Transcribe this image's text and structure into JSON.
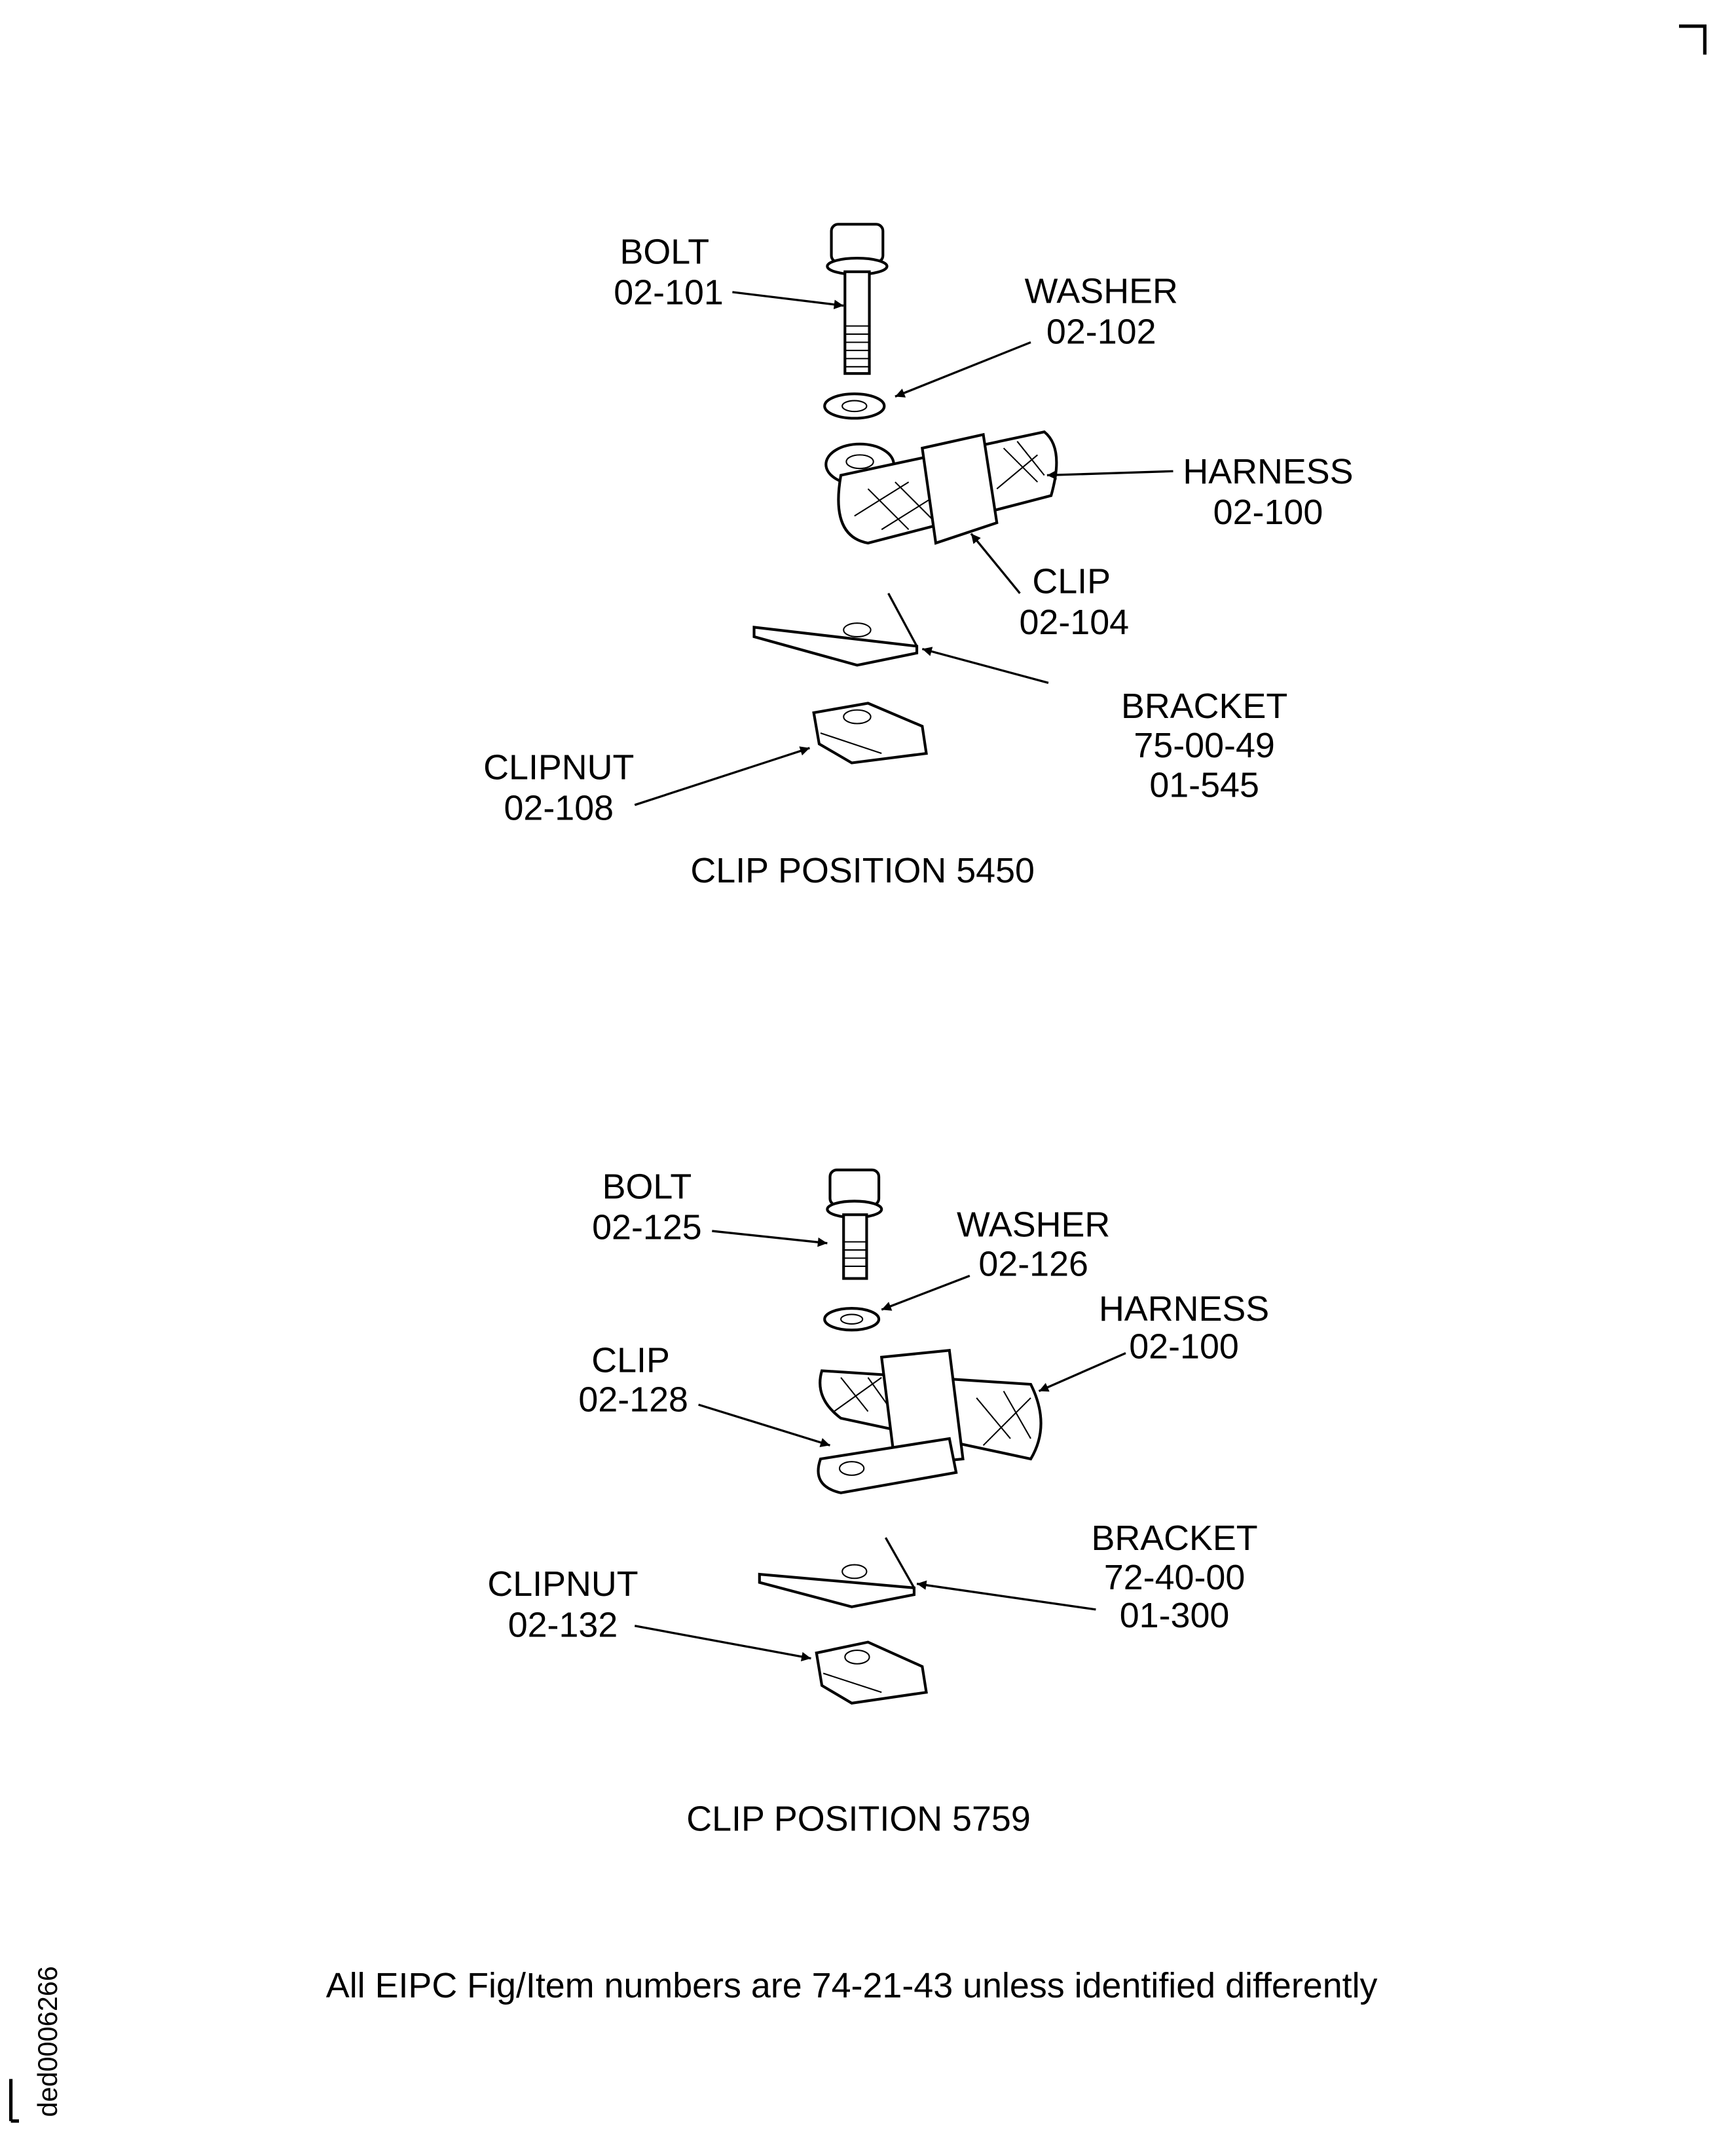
{
  "figures": [
    {
      "caption": "CLIP POSITION 5450",
      "labels": {
        "bolt": [
          "BOLT",
          "02-101"
        ],
        "washer": [
          "WASHER",
          "02-102"
        ],
        "harness": [
          "HARNESS",
          "02-100"
        ],
        "clip": [
          "CLIP",
          "02-104"
        ],
        "bracket": [
          "BRACKET",
          "75-00-49",
          "01-545"
        ],
        "clipnut": [
          "CLIPNUT",
          "02-108"
        ]
      }
    },
    {
      "caption": "CLIP POSITION 5759",
      "labels": {
        "bolt": [
          "BOLT",
          "02-125"
        ],
        "washer": [
          "WASHER",
          "02-126"
        ],
        "harness": [
          "HARNESS",
          "02-100"
        ],
        "clip": [
          "CLIP",
          "02-128"
        ],
        "bracket": [
          "BRACKET",
          "72-40-00",
          "01-300"
        ],
        "clipnut": [
          "CLIPNUT",
          "02-132"
        ]
      }
    }
  ],
  "footer_note": "All EIPC Fig/Item numbers are 74-21-43 unless identified differently",
  "drawing_id": "ded0006266"
}
